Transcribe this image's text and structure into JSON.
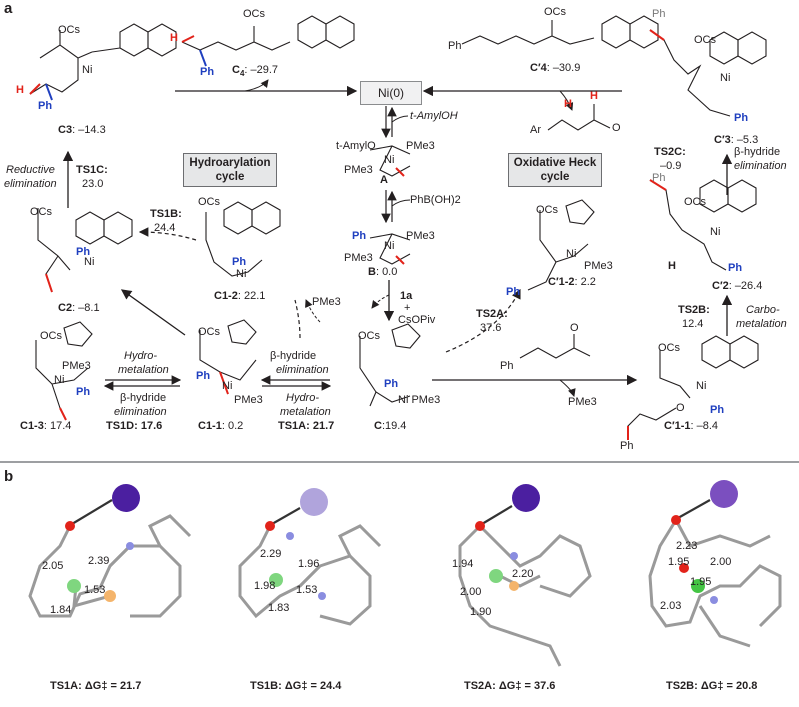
{
  "panel_a": {
    "letter": "a",
    "catalyst": "Ni(0)",
    "hydroarylation_cycle": [
      "Hydroarylation",
      "cycle"
    ],
    "oxidative_heck_cycle": [
      "Oxidative Heck",
      "cycle"
    ],
    "species": {
      "C3": {
        "name": "C3",
        "energy": ": –14.3"
      },
      "C4": {
        "name": "C",
        "sub": "4",
        "energy": ": –29.7"
      },
      "C4p": {
        "name": "C′4",
        "energy": ": –30.9"
      },
      "C3p": {
        "name": "C′3",
        "energy": ": –5.3"
      },
      "A": {
        "name": "A"
      },
      "B": {
        "name": "B",
        "energy": ": 0.0"
      },
      "C2": {
        "name": "C2",
        "energy": ": –8.1"
      },
      "C12": {
        "name": "C1-2",
        "energy": ": 22.1"
      },
      "C11": {
        "name": "C1-1",
        "energy": ": 0.2"
      },
      "C13": {
        "name": "C1-3",
        "energy": ": 17.4"
      },
      "C": {
        "name": "C",
        "energy": ":19.4"
      },
      "Cp12": {
        "name": "C′1-2",
        "energy": ": 2.2"
      },
      "Cp2": {
        "name": "C′2",
        "energy": ": –26.4"
      },
      "Cp11": {
        "name": "C′1-1",
        "energy": ": –8.4"
      }
    },
    "steps": {
      "reductive_elimination": [
        "Reductive",
        "elimination"
      ],
      "TS1C": {
        "name": "TS1C:",
        "value": "23.0"
      },
      "TS1B": {
        "name": "TS1B:",
        "value": "24.4"
      },
      "TS2C": {
        "name": "TS2C:",
        "value": "–0.9"
      },
      "beta_hydride_right": [
        "β-hydride",
        "elimination"
      ],
      "TS2B": {
        "name": "TS2B:",
        "value": "12.4"
      },
      "carbometalation": [
        "Carbo-",
        "metalation"
      ],
      "TS2A": {
        "name": "TS2A:",
        "value": "37.6"
      },
      "beta_hydride_mid": [
        "β-hydride",
        "elimination"
      ],
      "hydrometalation_mid": [
        "Hydro-",
        "metalation"
      ],
      "TS1A": "TS1A: 21.7",
      "hydrometalation_left": [
        "Hydro-",
        "metalation"
      ],
      "beta_hydride_left": [
        "β-hydride",
        "elimination"
      ],
      "TS1D": "TS1D: 17.6"
    },
    "reagents": {
      "amyl_OH": "t-AmylOH",
      "phenylboronic": "PhB(OH)2",
      "one_a": "1a",
      "plus": "+",
      "cs_opiv": "CsOPiv",
      "pme3": "PMe3",
      "ocs": "OCs",
      "ph": "Ph",
      "ar": "Ar",
      "o": "O",
      "ni": "Ni",
      "n": "N",
      "h": "H",
      "t_amylo": "t-AmylO"
    }
  },
  "panel_b": {
    "letter": "b",
    "structures": [
      {
        "label": "TS1A",
        "dg": "ΔG‡ = 21.7",
        "distances": [
          "2.05",
          "2.39",
          "1.53",
          "1.84"
        ]
      },
      {
        "label": "TS1B",
        "dg": "ΔG‡ = 24.4",
        "distances": [
          "2.29",
          "1.96",
          "1.98",
          "1.53",
          "1.83"
        ]
      },
      {
        "label": "TS2A",
        "dg": "ΔG‡ = 37.6",
        "distances": [
          "1.94",
          "2.20",
          "2.00",
          "1.90"
        ]
      },
      {
        "label": "TS2B",
        "dg": "ΔG‡ = 20.8",
        "distances": [
          "2.23",
          "1.95",
          "2.00",
          "1.95",
          "2.03"
        ]
      }
    ]
  },
  "colors": {
    "red": "#e2231a",
    "blue": "#1f3fbf",
    "purple": "#7b2d8e",
    "cesium": "#4b1fa0",
    "nickel": "#7fd67f",
    "phosphorus": "#f4b46b",
    "oxygen": "#e2231a",
    "nitrogen": "#8a8de0",
    "carbon": "#8c8c8c"
  }
}
